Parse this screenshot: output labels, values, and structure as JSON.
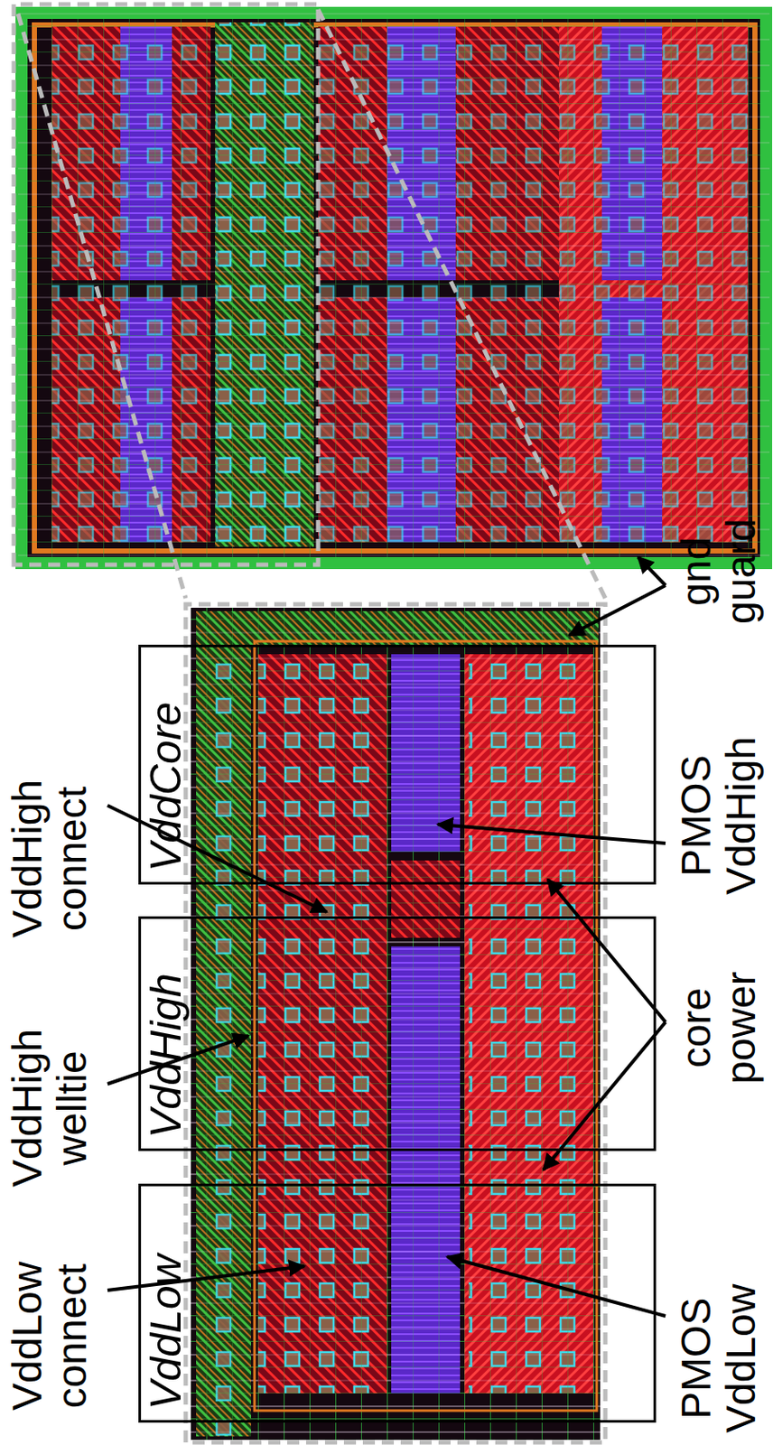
{
  "diagram": {
    "nodes": [
      {
        "text": [
          "VddLow"
        ]
      },
      {
        "text": [
          "VddHigh"
        ]
      },
      {
        "text": [
          "VddCore"
        ]
      }
    ],
    "labels": [
      "VddLow connect",
      "VddHigh welltie",
      "VddHigh connect",
      "PMOS VddLow",
      "core power",
      "PMOS VddHigh",
      "gnd guard"
    ]
  }
}
